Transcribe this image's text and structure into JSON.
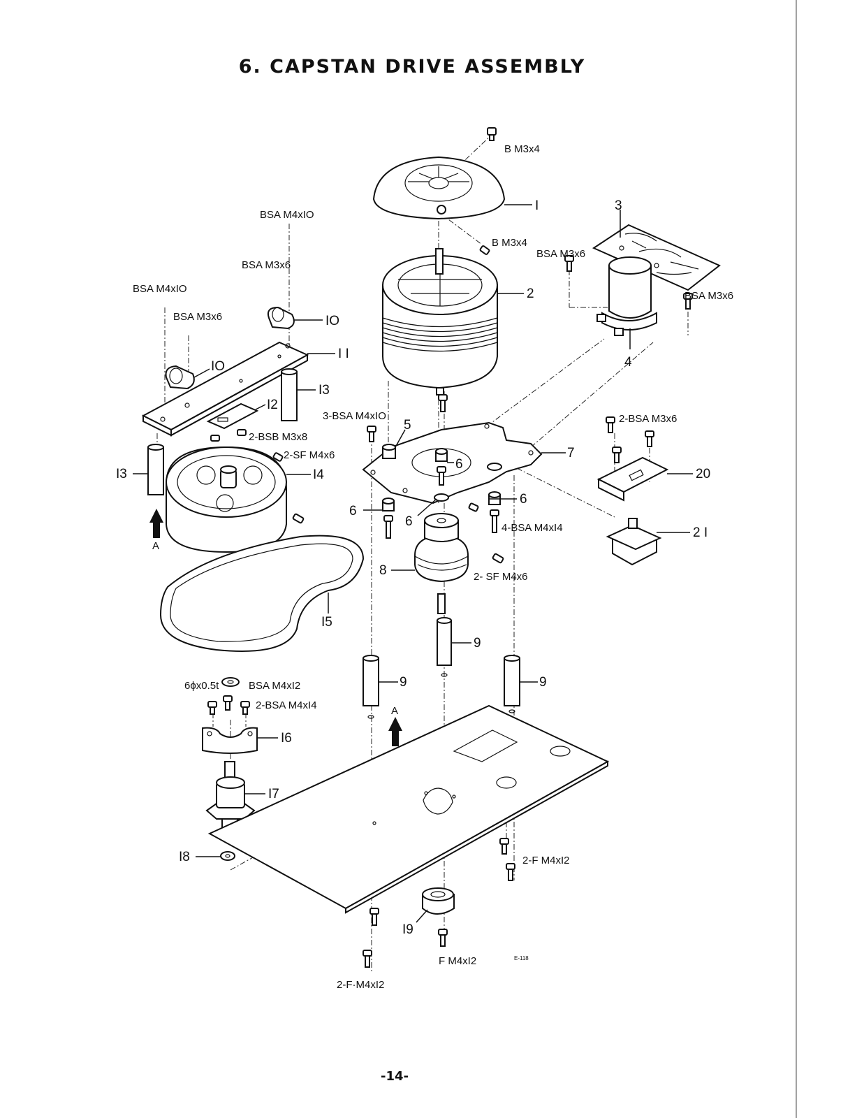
{
  "page": {
    "title": "6.   CAPSTAN DRIVE ASSEMBLY",
    "page_number": "-14-",
    "drawing_code": "E-118"
  },
  "callouts": [
    {
      "id": "c1",
      "text": "I"
    },
    {
      "id": "c2",
      "text": "2"
    },
    {
      "id": "c3",
      "text": "3"
    },
    {
      "id": "c4",
      "text": "4"
    },
    {
      "id": "c5",
      "text": "5"
    },
    {
      "id": "c6a",
      "text": "6"
    },
    {
      "id": "c6b",
      "text": "6"
    },
    {
      "id": "c6c",
      "text": "6"
    },
    {
      "id": "c6d",
      "text": "6"
    },
    {
      "id": "c7",
      "text": "7"
    },
    {
      "id": "c8",
      "text": "8"
    },
    {
      "id": "c9a",
      "text": "9"
    },
    {
      "id": "c9b",
      "text": "9"
    },
    {
      "id": "c9c",
      "text": "9"
    },
    {
      "id": "c10a",
      "text": "IO"
    },
    {
      "id": "c10b",
      "text": "IO"
    },
    {
      "id": "c11",
      "text": "I I"
    },
    {
      "id": "c12",
      "text": "I2"
    },
    {
      "id": "c13a",
      "text": "I3"
    },
    {
      "id": "c13b",
      "text": "I3"
    },
    {
      "id": "c14",
      "text": "I4"
    },
    {
      "id": "c15",
      "text": "I5"
    },
    {
      "id": "c16",
      "text": "I6"
    },
    {
      "id": "c17",
      "text": "I7"
    },
    {
      "id": "c18",
      "text": "I8"
    },
    {
      "id": "c19",
      "text": "I9"
    },
    {
      "id": "c20",
      "text": "20"
    },
    {
      "id": "c21",
      "text": "2 I"
    }
  ],
  "screw_labels": {
    "b_m3x4_top": "B  M3x4",
    "b_m3x4_mid": "B M3x4",
    "bsa_m4x10_top": "BSA M4xIO",
    "bsa_m3x6_left": "BSA M3x6",
    "bsa_m4x10_left": "BSA M4xIO",
    "bsa_m3x6_small": "BSA M3x6",
    "bsa_m3x6_pcb": "BSA M3x6",
    "bsa_m3x6_right": "BSA M3x6",
    "bsb_m3x8": "2-BSB M3x8",
    "sf_m4x6_flywheel": "2-SF  M4x6",
    "bsa_m4x10_plate": "3-BSA M4xIO",
    "bsa_m3x6_switch": "2-BSA M3x6",
    "bsa_m4x14_plate": "4-BSA M4xI4",
    "sf_m4x6_pulley": "2- SF M4x6",
    "washer": "6ϕx0.5t",
    "bsa_m4x12": "BSA M4xI2",
    "bsa_m4x14_bracket": "2-BSA M4xI4",
    "f_m4x12_right": "2-F M4xI2",
    "f_m4x12_bottom": "2-F·M4xI2",
    "f_m4x12_foot": "F M4xI2",
    "arrow_a_left": "A",
    "arrow_a_mid": "A"
  }
}
